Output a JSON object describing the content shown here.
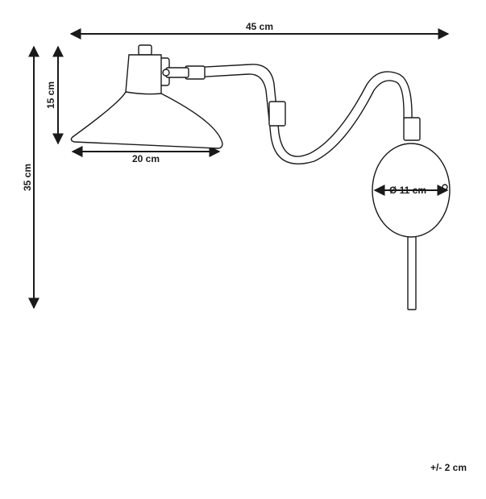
{
  "dimensions": {
    "width_total": "45 cm",
    "height_total": "35 cm",
    "shade_height": "15 cm",
    "shade_width": "20 cm",
    "base_diameter": "Ø 11 cm"
  },
  "tolerance": "+/- 2 cm"
}
